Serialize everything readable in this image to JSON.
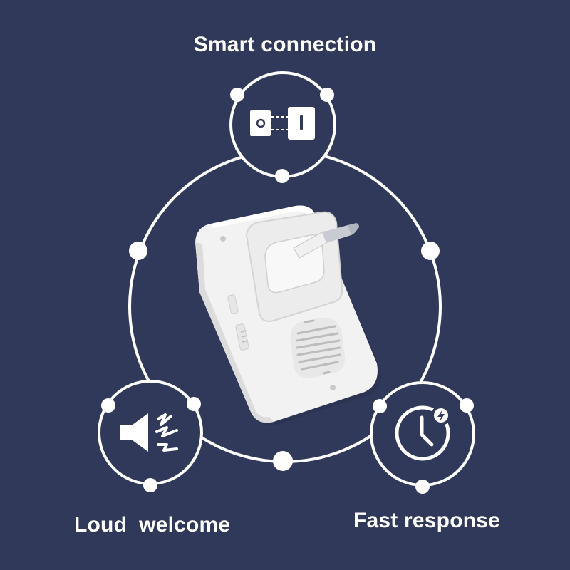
{
  "features": {
    "top": {
      "label": "Smart connection",
      "icon": "connection-switch-icon"
    },
    "left": {
      "label": "Loud  welcome",
      "icon": "loudspeaker-icon"
    },
    "right": {
      "label": "Fast response",
      "icon": "clock-bolt-icon"
    }
  },
  "product": {
    "image": "plug-in-doorbell-receiver"
  },
  "colors": {
    "background": "#31395a",
    "stroke": "#ffffff",
    "device": "#f4f4f4"
  }
}
